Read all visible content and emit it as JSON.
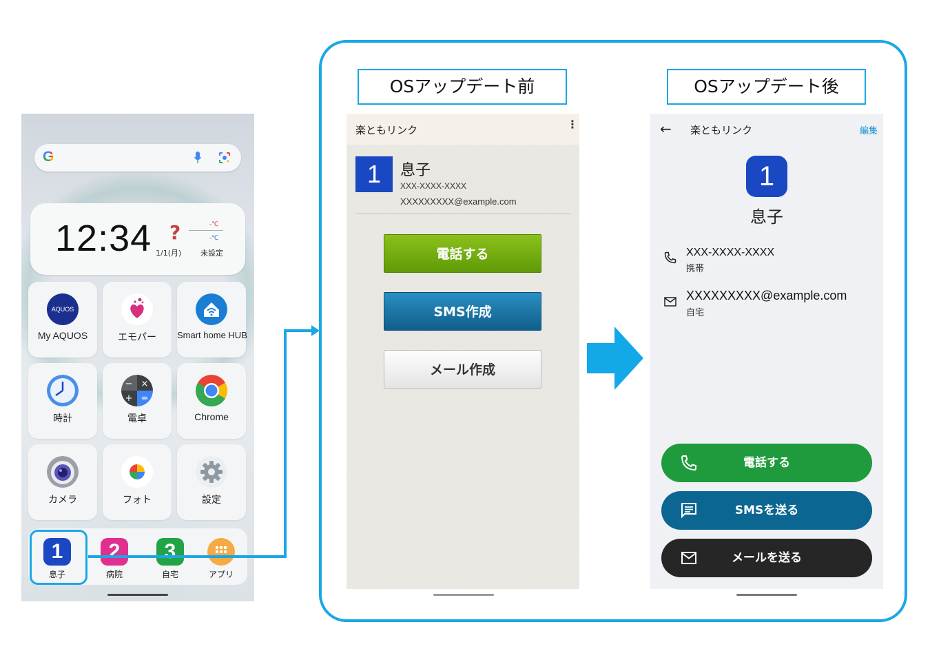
{
  "home": {
    "clock": {
      "time": "12:34",
      "date": "1/1(月)",
      "temp_high": "-℃",
      "temp_low": "-℃",
      "location": "未設定"
    },
    "apps": [
      {
        "label": "My AQUOS",
        "icon": "aquos-icon",
        "icon_text": "AQUOS"
      },
      {
        "label": "エモパー",
        "icon": "emopa-heart-icon"
      },
      {
        "label": "Smart home HUB",
        "icon": "smart-home-icon"
      },
      {
        "label": "時計",
        "icon": "clock-icon"
      },
      {
        "label": "電卓",
        "icon": "calculator-icon"
      },
      {
        "label": "Chrome",
        "icon": "chrome-icon"
      },
      {
        "label": "カメラ",
        "icon": "camera-icon"
      },
      {
        "label": "フォト",
        "icon": "photos-icon"
      },
      {
        "label": "設定",
        "icon": "settings-gear-icon"
      }
    ],
    "dock": [
      {
        "number": "1",
        "label": "息子",
        "color": "#1a47c2"
      },
      {
        "number": "2",
        "label": "病院",
        "color": "#e0308f"
      },
      {
        "number": "3",
        "label": "自宅",
        "color": "#23a347"
      },
      {
        "number": "",
        "label": "アプリ",
        "color": "#f6a945"
      }
    ]
  },
  "captions": {
    "before": "OSアップデート前",
    "after": "OSアップデート後"
  },
  "old_app": {
    "title": "楽ともリンク",
    "menu": "⋮",
    "contact": {
      "number": "1",
      "name": "息子",
      "phone": "XXX-XXXX-XXXX",
      "email": "XXXXXXXXX@example.com"
    },
    "buttons": {
      "call": "電話する",
      "sms": "SMS作成",
      "mail": "メール作成"
    }
  },
  "new_app": {
    "back": "←",
    "title": "楽ともリンク",
    "edit": "編集",
    "contact": {
      "number": "1",
      "name": "息子",
      "phone": "XXX-XXXX-XXXX",
      "phone_type": "携帯",
      "email": "XXXXXXXXX@example.com",
      "email_type": "自宅"
    },
    "buttons": {
      "call": "電話する",
      "sms": "SMSを送る",
      "mail": "メールを送る"
    }
  },
  "colors": {
    "accent": "#1ba6e6",
    "badge_blue": "#1a47c2",
    "call_green": "#1f9a3c",
    "sms_blue": "#0b6691",
    "mail_dark": "#262626"
  }
}
